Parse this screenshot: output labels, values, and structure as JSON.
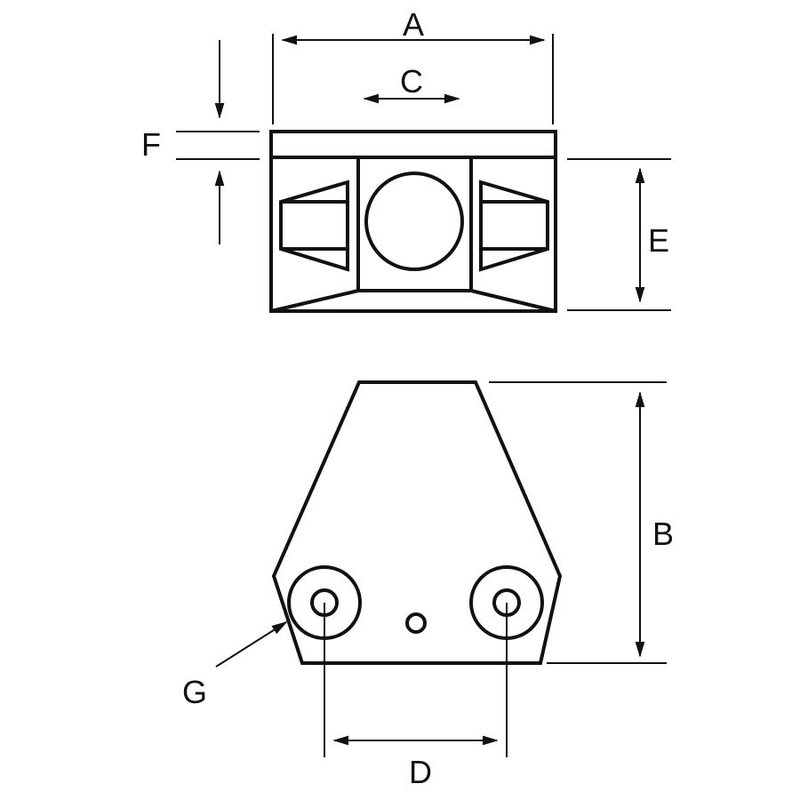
{
  "labels": {
    "A": "A",
    "B": "B",
    "C": "C",
    "D": "D",
    "E": "E",
    "F": "F",
    "G": "G"
  },
  "colors": {
    "line": "#111111",
    "background": "#ffffff"
  }
}
